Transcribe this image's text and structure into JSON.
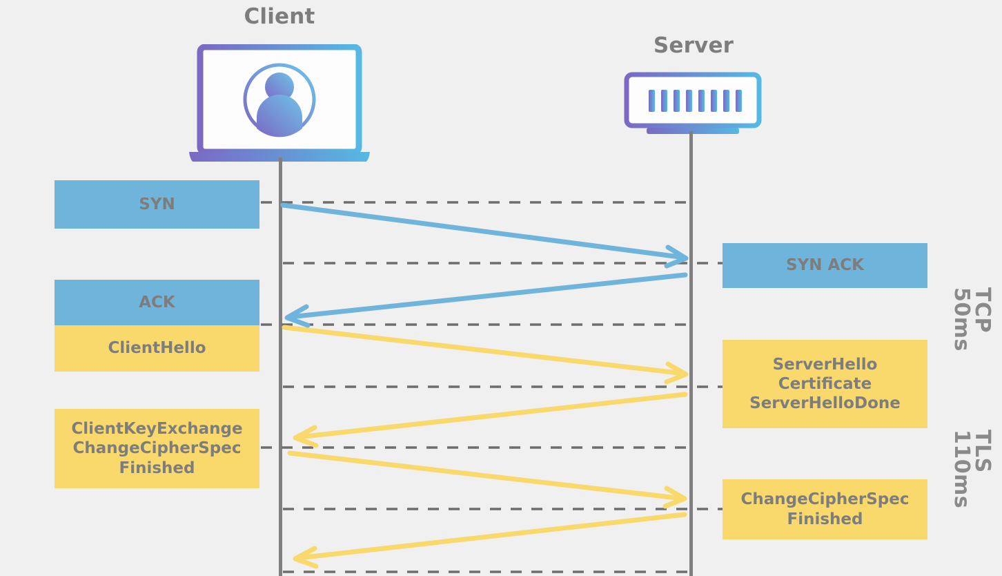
{
  "diagram": {
    "title_client": "Client",
    "title_server": "Server",
    "background_color": "#f0f0f0",
    "tcp_color": "#6fb5db",
    "tls_color": "#f9d96b",
    "text_color": "#7d7d7d",
    "lifeline_color": "#808080",
    "icon_gradient_from": "#7b69c4",
    "icon_gradient_to": "#55b9e3"
  },
  "client_messages": [
    {
      "id": "syn",
      "label": "SYN",
      "color": "blue"
    },
    {
      "id": "ack",
      "label": "ACK",
      "color": "blue"
    },
    {
      "id": "clienthello",
      "label": "ClientHello",
      "color": "yellow"
    },
    {
      "id": "clientkey",
      "label": "ClientKeyExchange\nChangeCipherSpec\nFinished",
      "color": "yellow"
    }
  ],
  "server_messages": [
    {
      "id": "synack",
      "label": "SYN ACK",
      "color": "blue"
    },
    {
      "id": "serverhello",
      "label": "ServerHello\nCertificate\nServerHelloDone",
      "color": "yellow"
    },
    {
      "id": "serverccs",
      "label": "ChangeCipherSpec\nFinished",
      "color": "yellow"
    }
  ],
  "phases": [
    {
      "id": "tcp",
      "name": "TCP",
      "duration": "50ms"
    },
    {
      "id": "tls",
      "name": "TLS",
      "duration": "110ms"
    }
  ],
  "arrows": [
    {
      "id": "arrow-syn",
      "direction": "client-to-server",
      "color": "blue"
    },
    {
      "id": "arrow-synack",
      "direction": "server-to-client",
      "color": "blue"
    },
    {
      "id": "arrow-clienthello",
      "direction": "client-to-server",
      "color": "yellow"
    },
    {
      "id": "arrow-serverhello",
      "direction": "server-to-client",
      "color": "yellow"
    },
    {
      "id": "arrow-clientkey",
      "direction": "client-to-server",
      "color": "yellow"
    },
    {
      "id": "arrow-serverfinished",
      "direction": "server-to-client",
      "color": "yellow"
    }
  ],
  "icons": {
    "client": "laptop-user-icon",
    "server": "server-rack-icon"
  }
}
